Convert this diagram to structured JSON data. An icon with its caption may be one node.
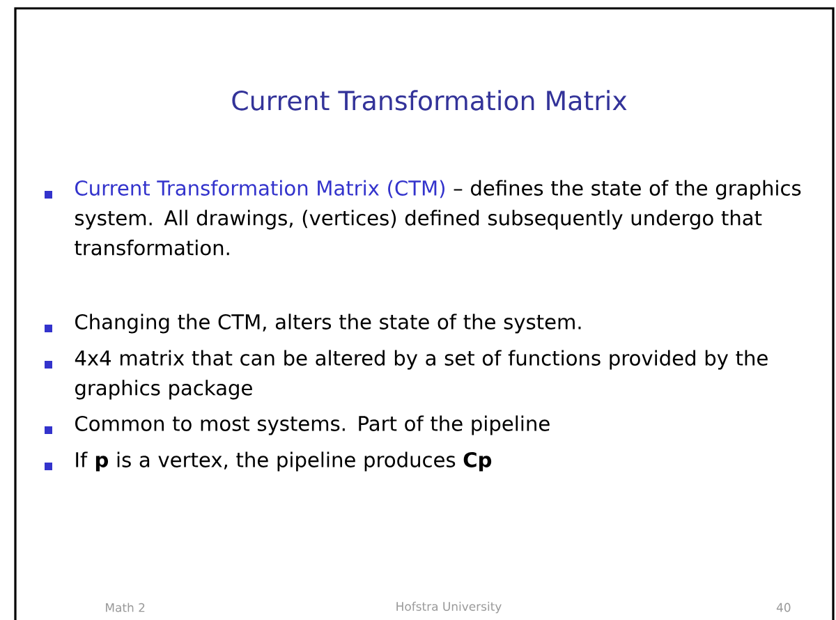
{
  "diagram": {
    "title": "Current Transformation Matrix",
    "labels": [
      "Current Transformation Matrix (CTM)",
      "– defines the state of the graphics system. All drawings, (vertices) defined subsequently undergo that transformation.",
      "Changing the CTM, alters the state of the system.",
      "4x4 matrix that can be altered by a set of functions provided by the graphics package",
      "Common to most systems. Part of the pipeline",
      "If **p** is a vertex, the pipeline produces **Cp**",
      "Math 2",
      "Hofstra University",
      "40"
    ]
  }
}
